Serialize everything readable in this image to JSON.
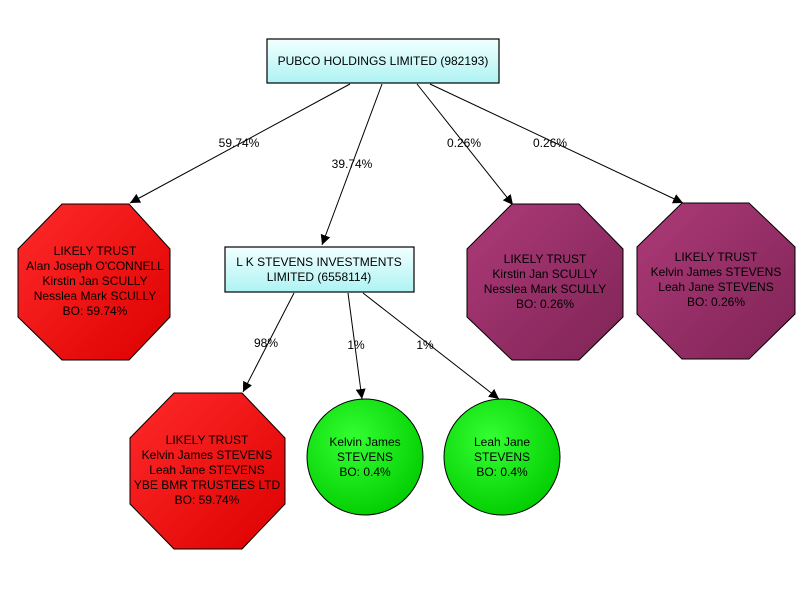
{
  "colors": {
    "company_fill_light": "#e9ffff",
    "company_fill_dark": "#a8f4f4",
    "trust_red": "#ee1111",
    "trust_purple": "#9a2c68",
    "person_green": "#11dd11"
  },
  "nodes": {
    "pubco": {
      "lines": [
        "PUBCO HOLDINGS LIMITED (982193)"
      ]
    },
    "lk_stevens": {
      "lines": [
        "L K STEVENS INVESTMENTS",
        "LIMITED (6558114)"
      ]
    },
    "trust_oconnell": {
      "lines": [
        "LIKELY TRUST",
        "Alan Joseph O'CONNELL",
        "Kirstin Jan SCULLY",
        "Nesslea Mark SCULLY",
        "BO: 59.74%"
      ]
    },
    "trust_scully": {
      "lines": [
        "LIKELY TRUST",
        "Kirstin Jan SCULLY",
        "Nesslea Mark SCULLY",
        "BO: 0.26%"
      ]
    },
    "trust_stevens_top": {
      "lines": [
        "LIKELY TRUST",
        "Kelvin James STEVENS",
        "Leah Jane STEVENS",
        "BO: 0.26%"
      ]
    },
    "trust_stevens_ybe": {
      "lines": [
        "LIKELY TRUST",
        "Kelvin James STEVENS",
        "Leah Jane STEVENS",
        "YBE BMR TRUSTEES LTD",
        "BO: 59.74%"
      ]
    },
    "person_kelvin": {
      "lines": [
        "Kelvin James",
        "STEVENS",
        "BO: 0.4%"
      ]
    },
    "person_leah": {
      "lines": [
        "Leah Jane",
        "STEVENS",
        "BO: 0.4%"
      ]
    }
  },
  "edges": {
    "pubco_to_oconnell": "59.74%",
    "pubco_to_lk": "39.74%",
    "pubco_to_scully": "0.26%",
    "pubco_to_stevens": "0.26%",
    "lk_to_ybe": "98%",
    "lk_to_kelvin": "1%",
    "lk_to_leah": "1%"
  }
}
